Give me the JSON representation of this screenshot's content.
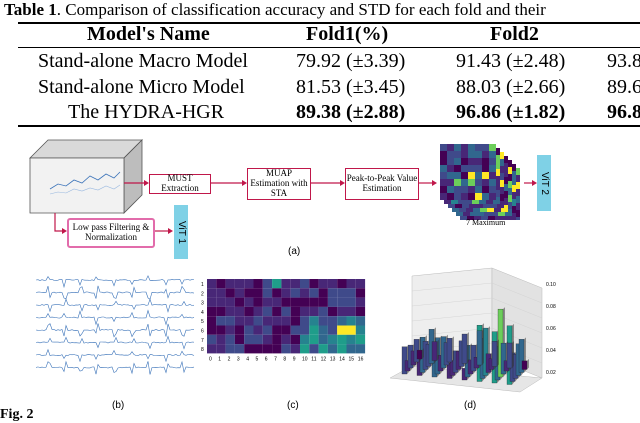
{
  "table": {
    "caption_prefix": "Table 1",
    "caption_text": ". Comparison of classification accuracy and STD for each fold and their",
    "headers": [
      "Model's Name",
      "Fold1(%)",
      "Fold2",
      ""
    ],
    "rows": [
      {
        "name": "Stand-alone Macro Model",
        "fold1": "79.92 (±3.39)",
        "fold2": "91.43 (±2.48)",
        "fold3": "93.8"
      },
      {
        "name": "Stand-alone Micro Model",
        "fold1": "81.53 (±3.45)",
        "fold2": "88.03 (±2.66)",
        "fold3": "89.6"
      },
      {
        "name": "The HYDRA-HGR",
        "fold1": "89.38 (±2.88)",
        "fold2": "96.86 (±1.82)",
        "fold3": "96.8"
      }
    ]
  },
  "diagram": {
    "must_extraction": "MUST Extraction",
    "muap_estimation": "MUAP Estimation with STA",
    "peak_to_peak": "Peak-to-Peak Value Estimation",
    "lowpass": "Low pass Filtering & Normalization",
    "vit1": "ViT 1",
    "vit2": "ViT 2",
    "seven_max": "7 Maximum",
    "label_a": "(a)",
    "label_b": "(b)",
    "label_c": "(c)",
    "label_d": "(d)"
  },
  "heatmap_c": {
    "y_ticks": [
      "1",
      "2",
      "3",
      "4",
      "5",
      "6",
      "7",
      "8"
    ],
    "x_ticks": [
      "0",
      "1",
      "2",
      "3",
      "4",
      "5",
      "6",
      "7",
      "8",
      "9",
      "10",
      "11",
      "12",
      "13",
      "14",
      "15",
      "16"
    ]
  },
  "bar3d_d": {
    "z_ticks": [
      "0.02",
      "0.04",
      "0.06",
      "0.08",
      "0.10"
    ]
  },
  "figure": {
    "label": "Fig. 2"
  },
  "colors": {
    "box_border": "#c0174a",
    "lowpass_border": "#e26cab",
    "vit_fill": "#7fd1e6",
    "signal": "#3b73b9"
  }
}
